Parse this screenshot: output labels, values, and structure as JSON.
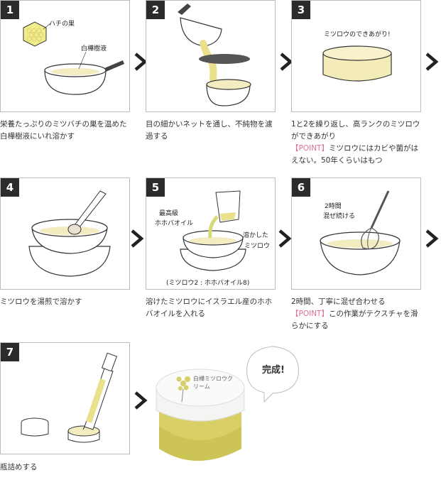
{
  "steps": [
    {
      "num": "1",
      "labels": {
        "honeycomb": "ハチの巣",
        "sap": "白樺樹液"
      },
      "caption": "栄養たっぷりのミツバチの巣を温めた白樺樹液にいれ溶かす"
    },
    {
      "num": "2",
      "caption": "目の細かいネットを通し、不純物を濾過する"
    },
    {
      "num": "3",
      "labels": {
        "done": "ミツロウのできあがり!"
      },
      "caption": "1と2を繰り返し、高ランクのミツロウができあがり",
      "point_tag": "【POINT】",
      "point": "ミツロウにはカビや菌がはえない。50年くらいはもつ"
    },
    {
      "num": "4",
      "caption": "ミツロウを湯煎で溶かす"
    },
    {
      "num": "5",
      "labels": {
        "oil1": "最高級",
        "oil2": "ホホバオイル",
        "wax1": "溶かした",
        "wax2": "ミツロウ",
        "ratio": "(ミツロウ2 : ホホバオイル8)"
      },
      "caption": "溶けたミツロウにイスラエル産のホホバオイルを入れる"
    },
    {
      "num": "6",
      "labels": {
        "t1": "2時間",
        "t2": "混ぜ続ける"
      },
      "caption": "2時間、丁寧に混ぜ合わせる",
      "point_tag": "【POINT】",
      "point": "この作業がテクスチャを滑らかにする"
    },
    {
      "num": "7",
      "caption": "瓶詰めする"
    }
  ],
  "finished": {
    "bubble": "完成!",
    "jar_label": "白樺ミツロウクリーム"
  }
}
